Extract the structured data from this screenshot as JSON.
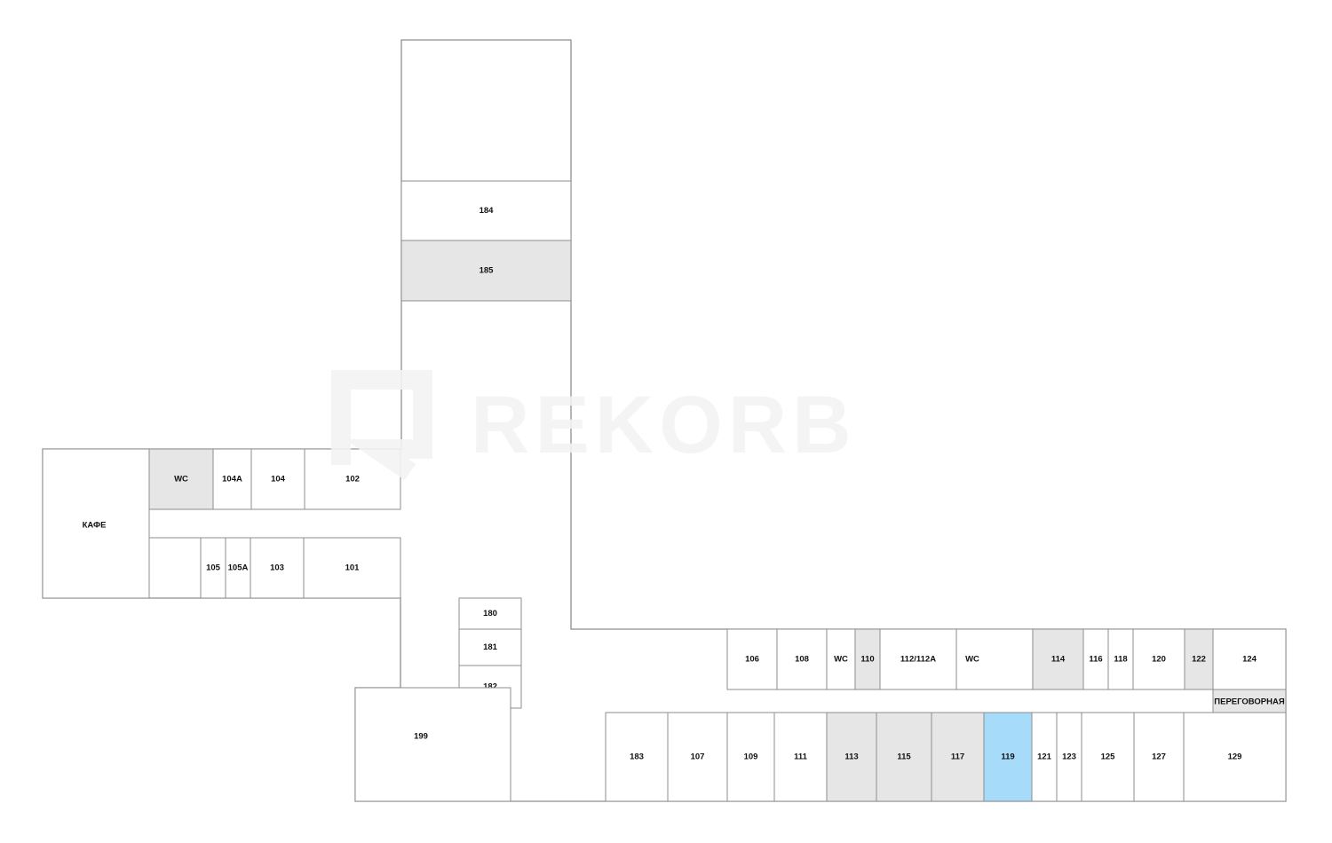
{
  "watermark": {
    "text": "REKORB"
  },
  "colors": {
    "available": "#a6dbfa",
    "service": "#e6e6e6",
    "standard": "#ffffff",
    "outline": "#8e8e8e"
  },
  "rooms": [
    {
      "id": "r184",
      "label": "184",
      "status": "standard"
    },
    {
      "id": "r185",
      "label": "185",
      "status": "service"
    },
    {
      "id": "rwc1",
      "label": "WC",
      "status": "service"
    },
    {
      "id": "r104a",
      "label": "104A",
      "status": "standard"
    },
    {
      "id": "r104",
      "label": "104",
      "status": "standard"
    },
    {
      "id": "r102",
      "label": "102",
      "status": "standard"
    },
    {
      "id": "rcafe",
      "label": "КАФЕ",
      "status": "standard"
    },
    {
      "id": "r105",
      "label": "105",
      "status": "standard"
    },
    {
      "id": "r105a",
      "label": "105A",
      "status": "standard"
    },
    {
      "id": "r103",
      "label": "103",
      "status": "standard"
    },
    {
      "id": "r101",
      "label": "101",
      "status": "standard"
    },
    {
      "id": "r180",
      "label": "180",
      "status": "standard"
    },
    {
      "id": "r181",
      "label": "181",
      "status": "standard"
    },
    {
      "id": "r182",
      "label": "182",
      "status": "standard"
    },
    {
      "id": "r199",
      "label": "199",
      "status": "standard"
    },
    {
      "id": "r106",
      "label": "106",
      "status": "standard"
    },
    {
      "id": "r108",
      "label": "108",
      "status": "standard"
    },
    {
      "id": "rwc2",
      "label": "WC",
      "status": "standard"
    },
    {
      "id": "r110",
      "label": "110",
      "status": "service"
    },
    {
      "id": "r112",
      "label": "112/112A",
      "status": "standard"
    },
    {
      "id": "rwc3",
      "label": "WC",
      "status": "standard"
    },
    {
      "id": "r114",
      "label": "114",
      "status": "service"
    },
    {
      "id": "r116",
      "label": "116",
      "status": "standard"
    },
    {
      "id": "r118",
      "label": "118",
      "status": "standard"
    },
    {
      "id": "r120",
      "label": "120",
      "status": "standard"
    },
    {
      "id": "r122",
      "label": "122",
      "status": "service"
    },
    {
      "id": "r124",
      "label": "124",
      "status": "standard"
    },
    {
      "id": "rmeet",
      "label": "ПЕРЕГОВОРНАЯ",
      "status": "service"
    },
    {
      "id": "r183",
      "label": "183",
      "status": "standard"
    },
    {
      "id": "r107",
      "label": "107",
      "status": "standard"
    },
    {
      "id": "r109",
      "label": "109",
      "status": "standard"
    },
    {
      "id": "r111",
      "label": "111",
      "status": "standard"
    },
    {
      "id": "r113",
      "label": "113",
      "status": "service"
    },
    {
      "id": "r115",
      "label": "115",
      "status": "service"
    },
    {
      "id": "r117",
      "label": "117",
      "status": "service"
    },
    {
      "id": "r119",
      "label": "119",
      "status": "available"
    },
    {
      "id": "r121",
      "label": "121",
      "status": "standard"
    },
    {
      "id": "r123",
      "label": "123",
      "status": "standard"
    },
    {
      "id": "r125",
      "label": "125",
      "status": "standard"
    },
    {
      "id": "r127",
      "label": "127",
      "status": "standard"
    },
    {
      "id": "r129",
      "label": "129",
      "status": "standard"
    }
  ]
}
